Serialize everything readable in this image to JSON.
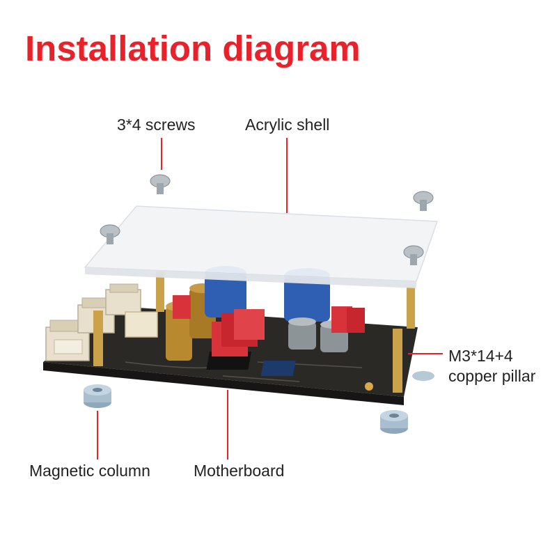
{
  "title": "Installation diagram",
  "labels": {
    "screws": "3*4 screws",
    "shell": "Acrylic shell",
    "pillar_line1": "M3*14+4",
    "pillar_line2": "copper pillar",
    "magnet": "Magnetic column",
    "board": "Motherboard"
  },
  "colors": {
    "title": "#e8222a",
    "leader_line": "#e8222a",
    "text": "#222222",
    "board": "#2b2926",
    "acrylic": "#f2f4f6",
    "copper": "#c9a24a",
    "red_component": "#d8323a",
    "blue_capacitor": "#2f5fb3",
    "gold_capacitor": "#b8892e",
    "connector": "#e8e0cc",
    "magnet_column": "#a9bfd0"
  }
}
